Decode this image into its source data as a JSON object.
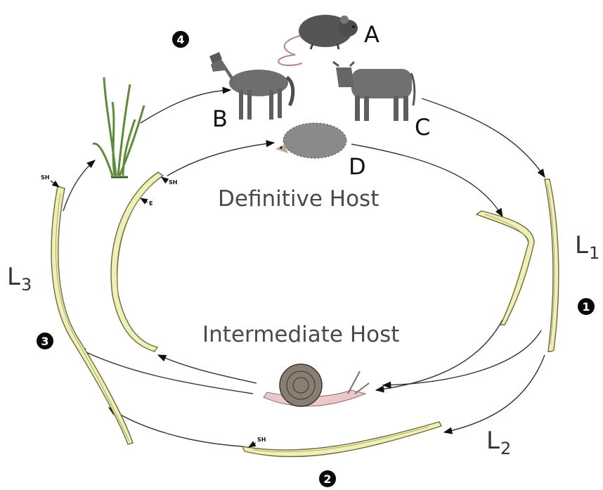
{
  "diagram": {
    "host_labels": {
      "A": "A",
      "B": "B",
      "C": "C",
      "D": "D"
    },
    "definitive_host": "Definitive Host",
    "intermediate_host": "Intermediate Host",
    "stages": {
      "l1": {
        "letter": "L",
        "sub": "1"
      },
      "l2": {
        "letter": "L",
        "sub": "2"
      },
      "l3": {
        "letter": "L",
        "sub": "3"
      }
    },
    "step_numbers": [
      "1",
      "2",
      "3",
      "4"
    ],
    "larva_marks": {
      "sh": "SH",
      "e": "E"
    },
    "animals": [
      "rat",
      "horse",
      "cow",
      "hedgehog",
      "snail",
      "grass"
    ],
    "colors": {
      "larva_fill": "#eef0b8",
      "animal_gray": "#6e6e6e",
      "snail_shell": "#8a7d72",
      "snail_body": "#e9c9c9",
      "grass": "#5e8a3a"
    }
  }
}
